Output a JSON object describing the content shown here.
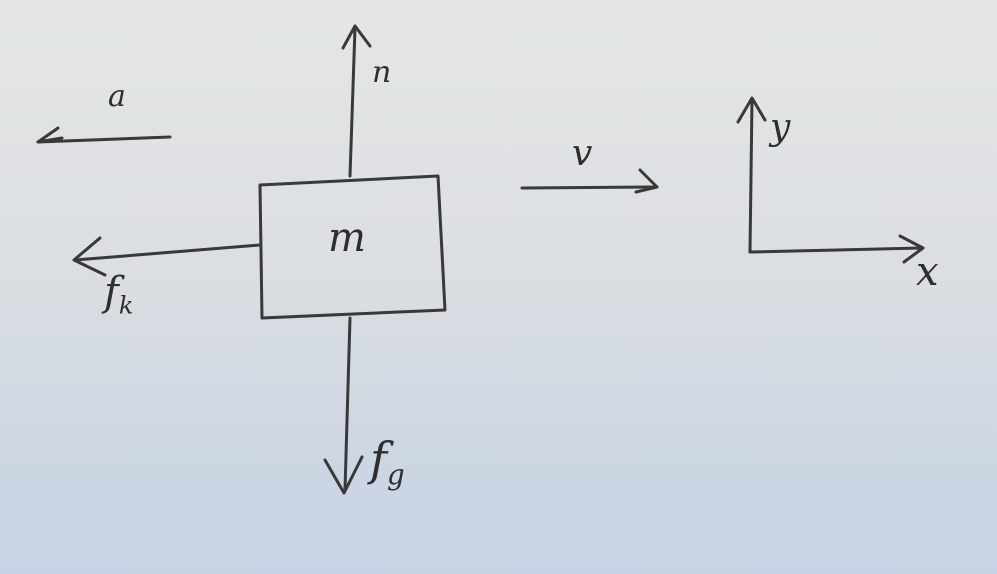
{
  "diagram": {
    "block": {
      "label": "m"
    },
    "forces": {
      "normal": {
        "label": "n"
      },
      "gravity": {
        "symbol": "f",
        "sub": "g"
      },
      "friction": {
        "symbol": "f",
        "sub": "k"
      }
    },
    "kinematics": {
      "acceleration": {
        "label": "a"
      },
      "velocity": {
        "label": "v"
      }
    },
    "axes": {
      "x_label": "x",
      "y_label": "y"
    },
    "ink_color": "#3a3838",
    "paper_color": "#e2e4e5"
  }
}
